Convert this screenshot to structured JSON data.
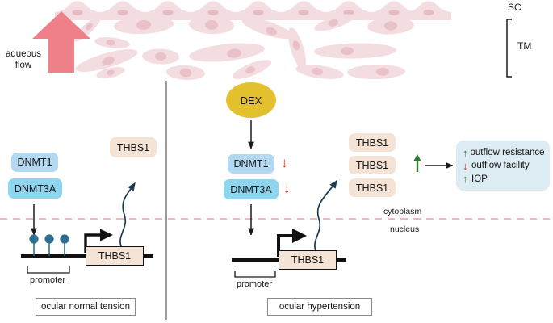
{
  "figure": {
    "anatomy": {
      "sc_label": "SC",
      "tm_label": "TM",
      "flow_label_line1": "aqueous",
      "flow_label_line2": "flow",
      "flow_arrow_color": "#ef8089",
      "cell_fill": "#f4dde0",
      "cell_nucleus": "#e8c2c8"
    },
    "compartments": {
      "cytoplasm": "cytoplasm",
      "nucleus": "nucleus",
      "membrane_color": "#e8a0a8"
    },
    "left_panel": {
      "caption": "ocular normal tension",
      "dnmt1": "DNMT1",
      "dnmt3a": "DNMT3A",
      "gene": "THBS1",
      "protein": "THBS1",
      "promoter": "promoter",
      "methylation_marks": 3,
      "methylation_color": "#2e6e8e"
    },
    "right_panel": {
      "caption": "ocular hypertension",
      "drug": "DEX",
      "drug_color": "#e3c02e",
      "dnmt1": "DNMT1",
      "dnmt1_change": "↓",
      "dnmt3a": "DNMT3A",
      "dnmt3a_change": "↓",
      "gene": "THBS1",
      "promoter": "promoter",
      "proteins": [
        "THBS1",
        "THBS1",
        "THBS1"
      ],
      "protein_change": "↑"
    },
    "outcomes": {
      "items": [
        {
          "arrow": "↑",
          "direction": "up",
          "label": "outflow resistance"
        },
        {
          "arrow": "↓",
          "direction": "down",
          "label": "outflow facility"
        },
        {
          "arrow": "↑",
          "direction": "up",
          "label": "IOP"
        }
      ]
    },
    "colors": {
      "dnmt1": "#b3d9f0",
      "dnmt3a": "#8ed6ef",
      "thbs1": "#f5e4d6",
      "outcome_panel": "#dcecf2",
      "up_arrow": "#2f7d32",
      "down_arrow": "#d81f15",
      "divider": "#9a9a9a"
    }
  }
}
